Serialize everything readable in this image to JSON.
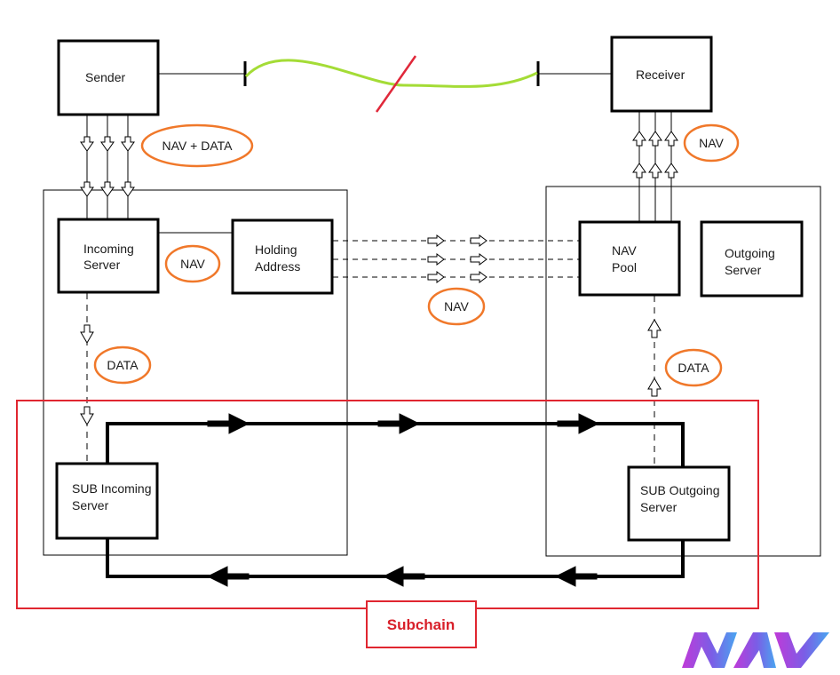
{
  "nodes": {
    "sender": [
      "Sender"
    ],
    "receiver": [
      "Receiver"
    ],
    "incoming_server": [
      "Incoming",
      "Server"
    ],
    "holding_address": [
      "Holding",
      "Address"
    ],
    "nav_pool": [
      "NAV",
      "Pool"
    ],
    "outgoing_server": [
      "Outgoing",
      "Server"
    ],
    "sub_incoming_server": [
      "SUB Incoming",
      "Server"
    ],
    "sub_outgoing_server": [
      "SUB Outgoing",
      "Server"
    ]
  },
  "ovals": {
    "nav_data_top": "NAV + DATA",
    "nav_receiver": "NAV",
    "nav_incoming": "NAV",
    "nav_middle": "NAV",
    "data_left": "DATA",
    "data_right": "DATA"
  },
  "subchain_label": "Subchain",
  "logo_text": "NAV",
  "colors": {
    "oval": "#f0782a",
    "subchain": "#e02630",
    "green_link": "#a4dc36",
    "broken_mark": "#e0283a",
    "logo_start": "#c03ad8",
    "logo_end": "#4aa6f0"
  }
}
